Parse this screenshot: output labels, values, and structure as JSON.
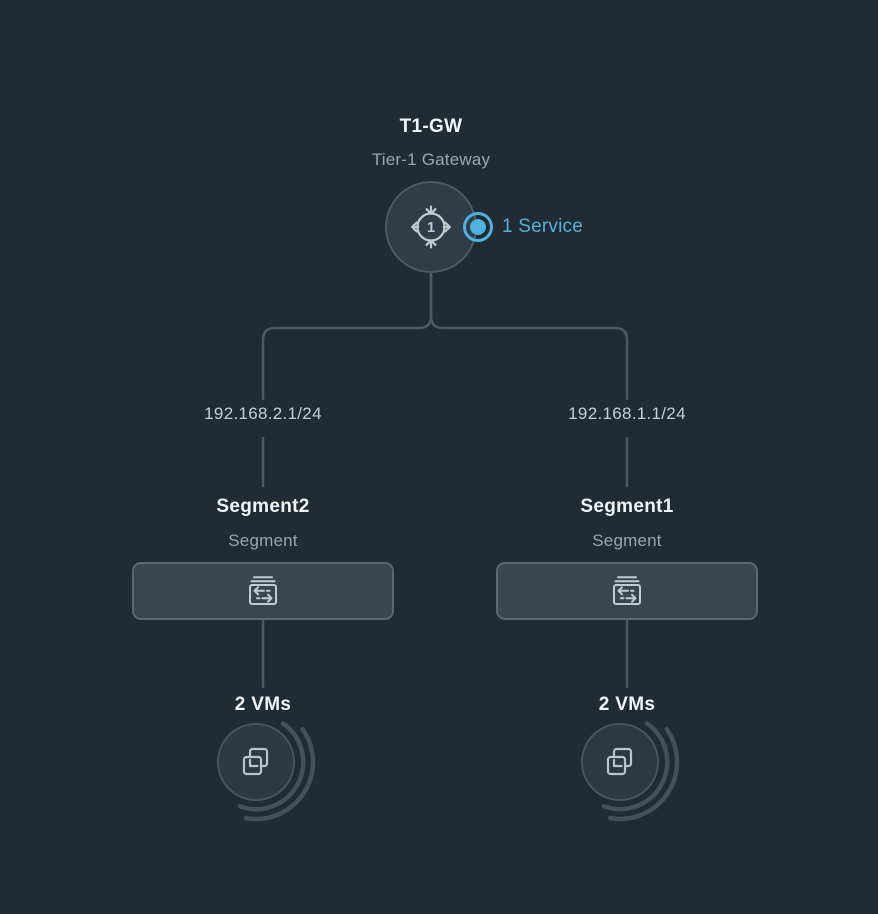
{
  "colors": {
    "background": "#202b34",
    "accent_blue": "#52b1dd",
    "node_fill": "#2f3d49",
    "node_border": "#4b5a66",
    "segment_box_fill": "#3a4551",
    "segment_box_border": "#5c6871",
    "connector_line": "#4d5a66",
    "title_text": "#f2f5f7",
    "subtitle_text": "#9aa6af",
    "ip_text": "#c6ced4",
    "icon_stroke": "#c2cbd2"
  },
  "icons": {
    "gateway": "tier1-gateway-router-icon",
    "service": "service-dot-icon",
    "segment": "segment-switch-icon",
    "vm": "vm-stack-icon"
  },
  "gateway": {
    "title": "T1-GW",
    "subtitle": "Tier-1 Gateway",
    "service_label": "1 Service",
    "icon_number": "1"
  },
  "columns": [
    {
      "ip": "192.168.2.1/24",
      "segment_title": "Segment2",
      "segment_subtitle": "Segment",
      "vm_label": "2 VMs"
    },
    {
      "ip": "192.168.1.1/24",
      "segment_title": "Segment1",
      "segment_subtitle": "Segment",
      "vm_label": "2 VMs"
    }
  ]
}
